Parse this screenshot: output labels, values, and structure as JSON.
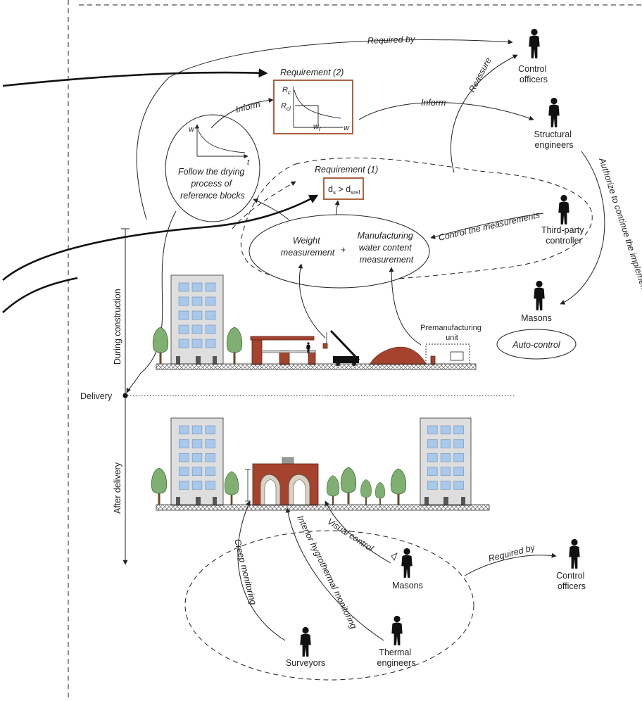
{
  "labels": {
    "required_by_top": "Required by",
    "control_officers_top": [
      "Control",
      "officers"
    ],
    "requirement_2": "Requirement (2)",
    "req2_rc": "R",
    "req2_rc_sub": "c",
    "req2_rcl": "R",
    "req2_rcl_sub": "cl",
    "req2_wr": "w",
    "req2_wr_sub": "r",
    "req2_w": "w",
    "inform_left": "Inform",
    "inform_right": "Inform",
    "reassure": "Reassure",
    "structural_engineers": [
      "Structural",
      "engineers"
    ],
    "authorize": "Authorize to continue the implementation",
    "drying_w": "w",
    "drying_t": "t",
    "drying_text": [
      "Follow the drying",
      "process of",
      "reference blocks"
    ],
    "requirement_1": "Requirement (1)",
    "req1_ds": "d",
    "req1_ds_sub": "s",
    "req1_gt": " > d",
    "req1_sref_sub": "sref",
    "weight_measurement": [
      "Weight",
      "measurement"
    ],
    "plus": "+",
    "manufacturing": [
      "Manufacturing",
      "water content",
      "measurement"
    ],
    "control_measurements": "Control the measurements",
    "third_party": [
      "Third-party",
      "controller"
    ],
    "masons_top": "Masons",
    "auto_control": "Auto-control",
    "premanufacturing": [
      "Premanufacturing",
      "unit"
    ],
    "during_construction": "During construction",
    "delivery": "Delivery",
    "after_delivery": "After delivery",
    "creep_monitoring": "Creep monitoring",
    "interior_monitoring": "Interior hygrothermal monitoring",
    "visual_control": "Visual control",
    "masons_bottom": "Masons",
    "required_by_bottom": "Required by",
    "control_officers_bottom": [
      "Control",
      "officers"
    ],
    "surveyors": "Surveyors",
    "thermal_engineers": [
      "Thermal",
      "engineers"
    ]
  },
  "colors": {
    "requirement_box": "#a0522d",
    "brick": "#a5432e",
    "window": "#a8c8ec",
    "tree": "#7fb071"
  },
  "icons": [
    "person-icon",
    "building-icon",
    "tree-icon",
    "crane-icon",
    "soil-heap-icon",
    "arch-building-icon"
  ]
}
